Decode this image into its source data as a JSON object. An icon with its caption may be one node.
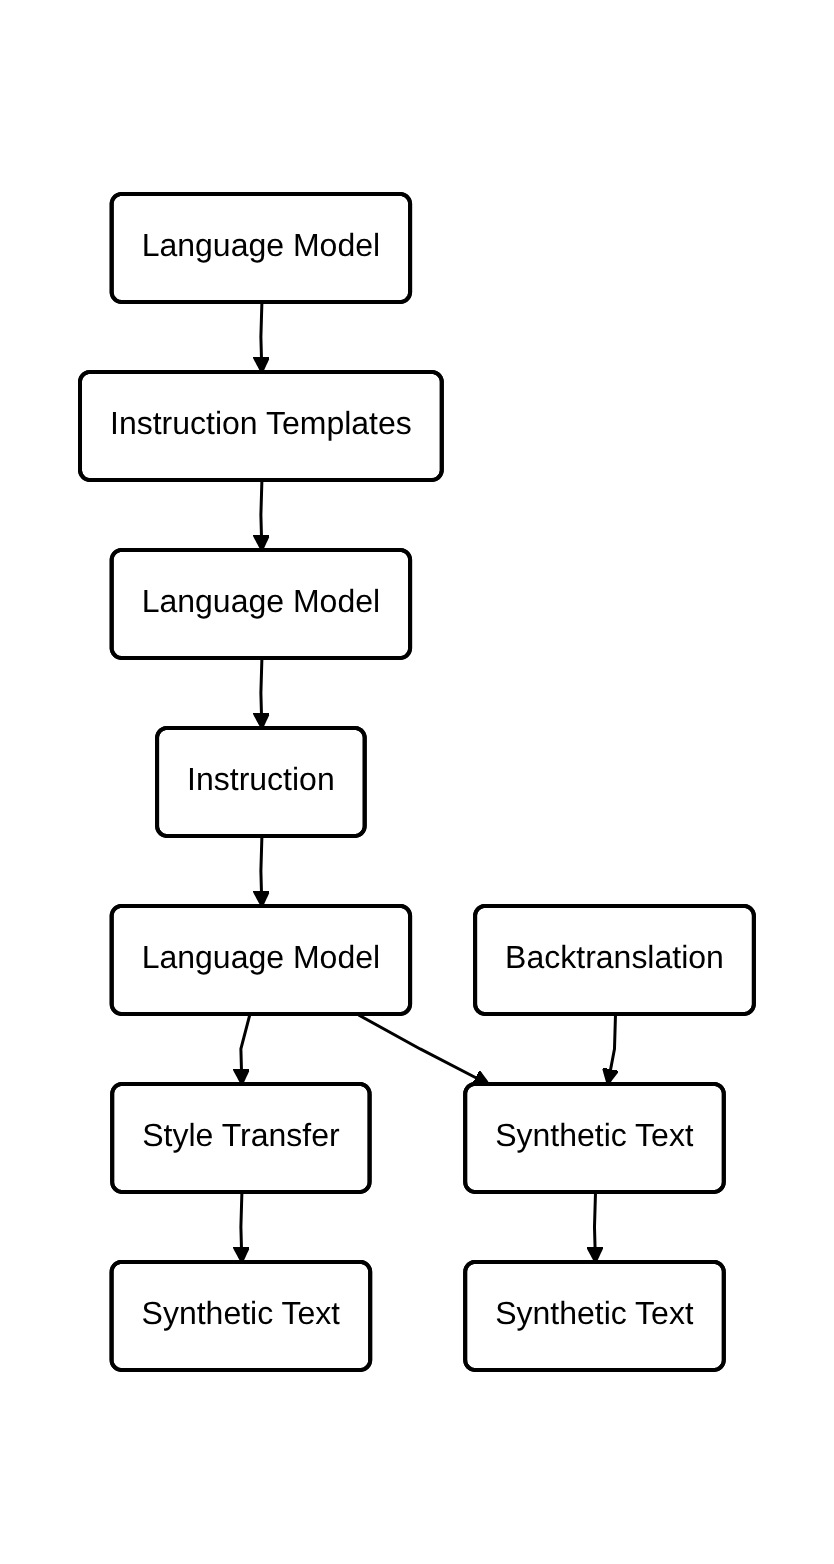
{
  "diagram": {
    "nodes": [
      {
        "text": [
          "Language Model"
        ]
      },
      {
        "text": [
          "Instruction Templates"
        ]
      },
      {
        "text": [
          "Language Model"
        ]
      },
      {
        "text": [
          "Instruction"
        ]
      },
      {
        "text": [
          "Language Model"
        ]
      },
      {
        "text": [
          "Backtranslation"
        ]
      },
      {
        "text": [
          "Style Transfer"
        ]
      },
      {
        "text": [
          "Synthetic Text"
        ]
      },
      {
        "text": [
          "Synthetic Text"
        ]
      },
      {
        "text": [
          "Synthetic Text"
        ]
      }
    ],
    "edges": [
      {
        "from": 0,
        "to": 1,
        "arrow": "to"
      },
      {
        "from": 1,
        "to": 2,
        "arrow": "to"
      },
      {
        "from": 2,
        "to": 3,
        "arrow": "to"
      },
      {
        "from": 3,
        "to": 4,
        "arrow": "to"
      },
      {
        "from": 4,
        "to": 7,
        "arrow": "to"
      },
      {
        "from": 4,
        "to": 6,
        "arrow": "to"
      },
      {
        "from": 5,
        "to": 7,
        "arrow": "to"
      },
      {
        "from": 7,
        "to": 8,
        "arrow": "to"
      },
      {
        "from": 6,
        "to": 9,
        "arrow": "to"
      }
    ]
  }
}
